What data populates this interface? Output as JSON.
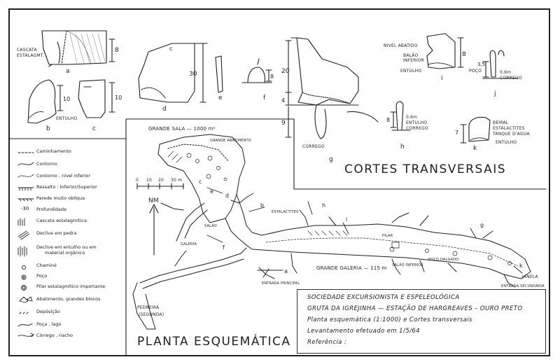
{
  "titles": {
    "cortes": "CORTES TRANSVERSAIS",
    "planta": "PLANTA ESQUEMÁTICA",
    "grande_sala": "GRANDE SALA — 1000 m²",
    "grande_galeria": "GRANDE GALERIA — 115 m",
    "pedreira": "PEDREIRA",
    "pedreira_sub": "(SEGUNDA)",
    "north": "NM"
  },
  "scale_bar": {
    "ticks": [
      "0",
      "10",
      "20",
      "30 m"
    ]
  },
  "sections": {
    "a": {
      "letter": "a",
      "dim": "8",
      "labels": [
        "CASCATA",
        "ESTALAGMT."
      ]
    },
    "b": {
      "letter": "b",
      "dim": "10",
      "labels": [
        "ENTULHO"
      ]
    },
    "c": {
      "letter": "c",
      "dim": "10"
    },
    "d": {
      "letter": "d",
      "dim": "30",
      "top": "c"
    },
    "e": {
      "letter": "e"
    },
    "f": {
      "letter": "f",
      "dim": "8"
    },
    "g": {
      "letter": "g",
      "dims": [
        "20",
        "4",
        "9"
      ],
      "labels": [
        "CORREGO"
      ]
    },
    "h": {
      "letter": "h",
      "dim": "8",
      "labels": [
        "0,6m",
        "ENTULHO",
        "CORREGO"
      ]
    },
    "i": {
      "letter": "i",
      "dim": "8",
      "labels": [
        "NIVEL ABATIDO",
        "BALÃO",
        "INFERIOR",
        "ENTULHO"
      ]
    },
    "j": {
      "letter": "j",
      "dim": "3,5",
      "labels": [
        "POÇO",
        "0,6m",
        "CORREGO"
      ]
    },
    "k": {
      "letter": "k",
      "dim": "7",
      "labels": [
        "BEIRAL",
        "ESTALACTITES",
        "TANQUE D'AGUA",
        "ENTULHO"
      ]
    }
  },
  "legend": [
    {
      "symbol": "dash",
      "label": "Caminhamento"
    },
    {
      "symbol": "contour",
      "label": "Contorno"
    },
    {
      "symbol": "contour-lower",
      "label": "Contorno , nível inferior"
    },
    {
      "symbol": "step",
      "label": "Ressalto : Inferior/Superior"
    },
    {
      "symbol": "oblique",
      "label": "Parede muito oblíqua"
    },
    {
      "symbol": "depth",
      "label": "Profundidade",
      "prefix": "-30"
    },
    {
      "symbol": "cascade",
      "label": "Cascata estalagmítica"
    },
    {
      "symbol": "slope-rock",
      "label": "Declive em pedra"
    },
    {
      "symbol": "slope-rubble",
      "label": "Declive em entulho ou em",
      "sub": "material orgânico"
    },
    {
      "symbol": "chimney",
      "label": "Chaminé"
    },
    {
      "symbol": "well",
      "label": "Poço"
    },
    {
      "symbol": "pillar",
      "label": "Pilar estalagmítico importante"
    },
    {
      "symbol": "blocks",
      "label": "Abatimento, grandes blocos"
    },
    {
      "symbol": "deposit",
      "label": "Depósição"
    },
    {
      "symbol": "pool",
      "label": "Poça , lago"
    },
    {
      "symbol": "stream",
      "label": "Córrego , riacho"
    }
  ],
  "map_labels": {
    "grande_abatimento": "GRANDE ABATIMENTO",
    "estalactites": "ESTALACTITES",
    "entrada_principal": "ENTRADA PRINCIPAL",
    "janela": "JANELA",
    "pilar": "PILAR",
    "poco_dalgado": "POÇO DALGADO",
    "galeria": "GALERIA",
    "salao_inferior": "SALÃO INFERIOR",
    "salao": "SALÃO",
    "entrada_secundaria": "ENTRADA SECUNDÁRIA"
  },
  "info": {
    "line1": "SOCIEDADE EXCURSIONISTA E ESPELEOLÓGICA",
    "line2": "GRUTA DA IGREJINHA — ESTAÇÃO DE HARGREAVES – OURO PRETO",
    "line3": "Planta esquemática (1:1000) e Cortes transversais",
    "line4": "Levantamento efetuado em 1/5/64",
    "line5": "Referência :"
  },
  "colors": {
    "ink": "#1e1e1e",
    "paper": "#ffffff",
    "hatch": "#555555"
  }
}
